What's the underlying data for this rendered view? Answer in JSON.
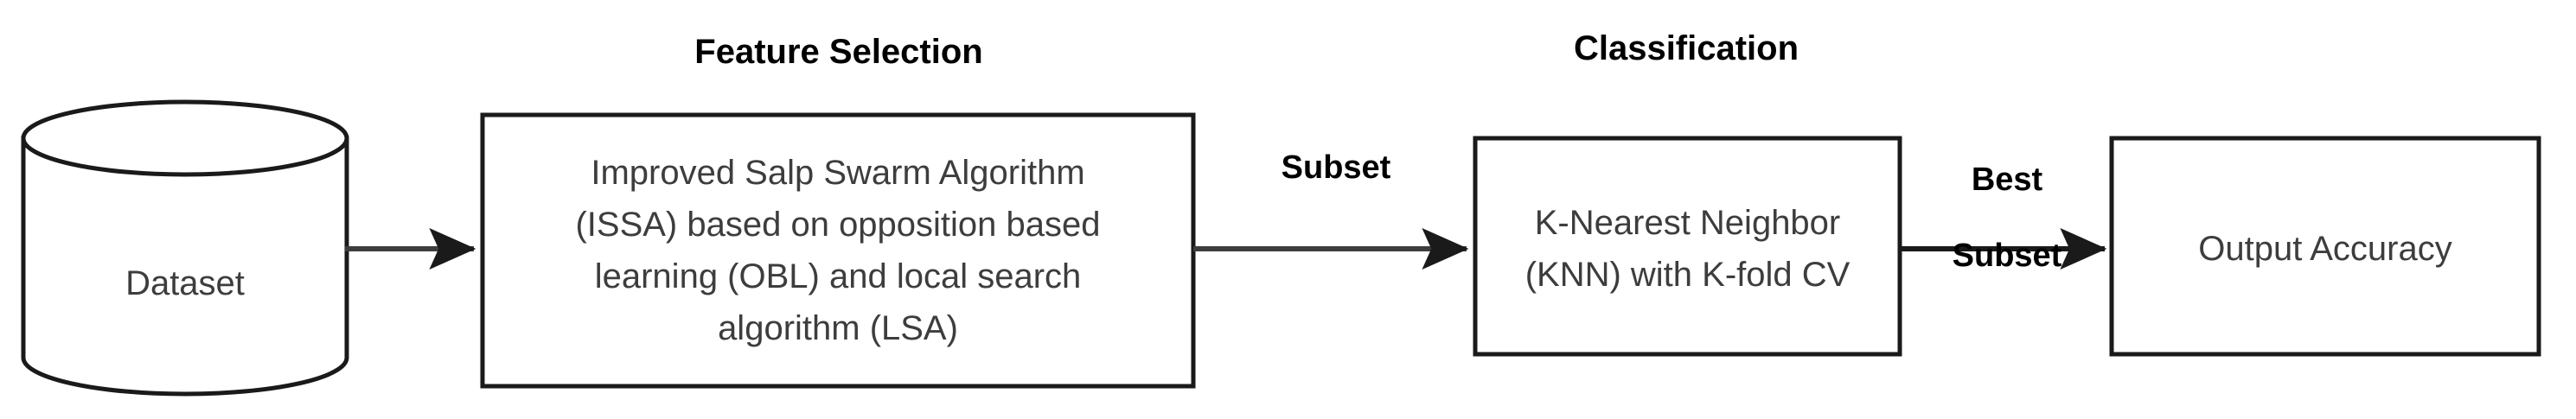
{
  "diagram": {
    "title": "Feature selection and classification pipeline",
    "background_color": "#ffffff",
    "stroke_color": "#000000",
    "node_text_color": "#3d3d3d",
    "label_text_color": "#000000"
  },
  "stage_titles": {
    "feature_selection": "Feature Selection",
    "classification": "Classification"
  },
  "nodes": {
    "dataset": {
      "label": "Dataset",
      "shape": "cylinder"
    },
    "feature_selection": {
      "label": "Improved Salp Swarm Algorithm (ISSA) based on opposition based learning (OBL) and local search algorithm (LSA)",
      "line1": "Improved Salp Swarm Algorithm",
      "line2": "(ISSA) based on opposition based",
      "line3": "learning (OBL) and local search",
      "line4": "algorithm (LSA)",
      "shape": "rectangle"
    },
    "classification": {
      "label": "K-Nearest Neighbor (KNN) with K-fold CV",
      "line1": "K-Nearest Neighbor",
      "line2": "(KNN) with K-fold CV",
      "shape": "rectangle"
    },
    "output": {
      "label": "Output Accuracy",
      "shape": "rectangle"
    }
  },
  "edges": [
    {
      "from": "dataset",
      "to": "feature_selection",
      "label": ""
    },
    {
      "from": "feature_selection",
      "to": "classification",
      "label": "Subset"
    },
    {
      "from": "classification",
      "to": "output",
      "label": "Best Subset",
      "line1": "Best",
      "line2": "Subset"
    }
  ]
}
